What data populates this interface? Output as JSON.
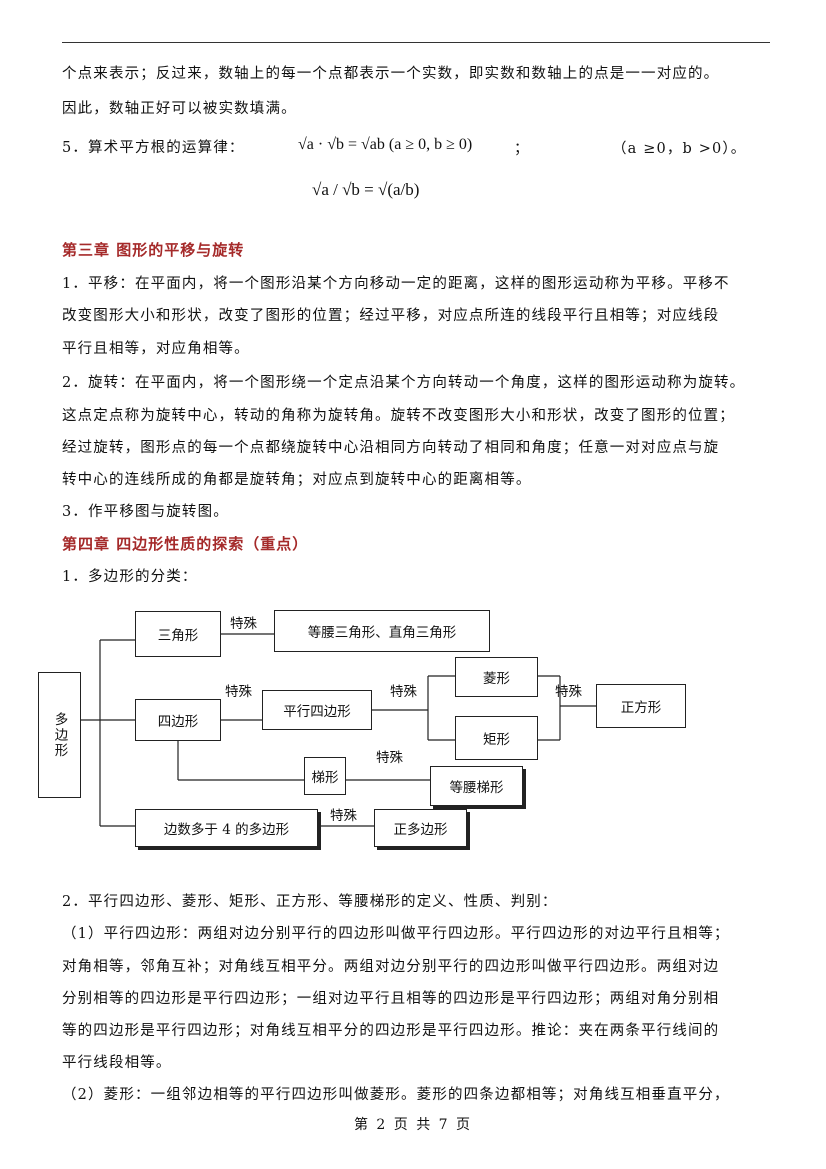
{
  "lines": {
    "l1": "个点来表示；反过来，数轴上的每一个点都表示一个实数，即实数和数轴上的点是一一对应的。",
    "l2": "因此，数轴正好可以被实数填满。",
    "l3": "5．算术平方根的运算律：",
    "l3_sep": "；",
    "l3_cond": "（a ≥0，b >0）。"
  },
  "math": {
    "product_rule": "√a · √b = √ab   (a ≥ 0, b ≥ 0)",
    "quotient_rule": "√a / √b = √(a/b)"
  },
  "chapter3": {
    "title": "第三章  图形的平移与旋转",
    "p1_a": "1．平移：在平面内，将一个图形沿某个方向移动一定的距离，这样的图形运动称为平移。平移不",
    "p1_b": "改变图形大小和形状，改变了图形的位置；经过平移，对应点所连的线段平行且相等；对应线段",
    "p1_c": "平行且相等，对应角相等。",
    "p2_a": "2．旋转：在平面内，将一个图形绕一个定点沿某个方向转动一个角度，这样的图形运动称为旋转。",
    "p2_b": "这点定点称为旋转中心，转动的角称为旋转角。旋转不改变图形大小和形状，改变了图形的位置；",
    "p2_c": "经过旋转，图形点的每一个点都绕旋转中心沿相同方向转动了相同和角度；任意一对对应点与旋",
    "p2_d": "转中心的连线所成的角都是旋转角；对应点到旋转中心的距离相等。",
    "p3": "3．作平移图与旋转图。"
  },
  "chapter4": {
    "title": "第四章  四边形性质的探索（重点）",
    "p1": "1．多边形的分类：",
    "p2": "2．平行四边形、菱形、矩形、正方形、等腰梯形的定义、性质、判别：",
    "s1_a": "（1）平行四边形：两组对边分别平行的四边形叫做平行四边形。平行四边形的对边平行且相等；",
    "s1_b": "对角相等，邻角互补；对角线互相平分。两组对边分别平行的四边形叫做平行四边形。两组对边",
    "s1_c": "分别相等的四边形是平行四边形；一组对边平行且相等的四边形是平行四边形；两组对角分别相",
    "s1_d": "等的四边形是平行四边形；对角线互相平分的四边形是平行四边形。推论：夹在两条平行线间的",
    "s1_e": "平行线段相等。",
    "s2_a": "（2）菱形：一组邻边相等的平行四边形叫做菱形。菱形的四条边都相等；对角线互相垂直平分，"
  },
  "diagram": {
    "root": "多边形",
    "triangle": "三角形",
    "triangle_special": "等腰三角形、直角三角形",
    "quadrilateral": "四边形",
    "parallelogram": "平行四边形",
    "rhombus": "菱形",
    "rectangle": "矩形",
    "square": "正方形",
    "trapezoid": "梯形",
    "isosceles_trapezoid": "等腰梯形",
    "polygon_more": "边数多于 4 的多边形",
    "regular_polygon": "正多边形",
    "special": "特殊"
  },
  "footer": "第 2 页 共 7 页"
}
